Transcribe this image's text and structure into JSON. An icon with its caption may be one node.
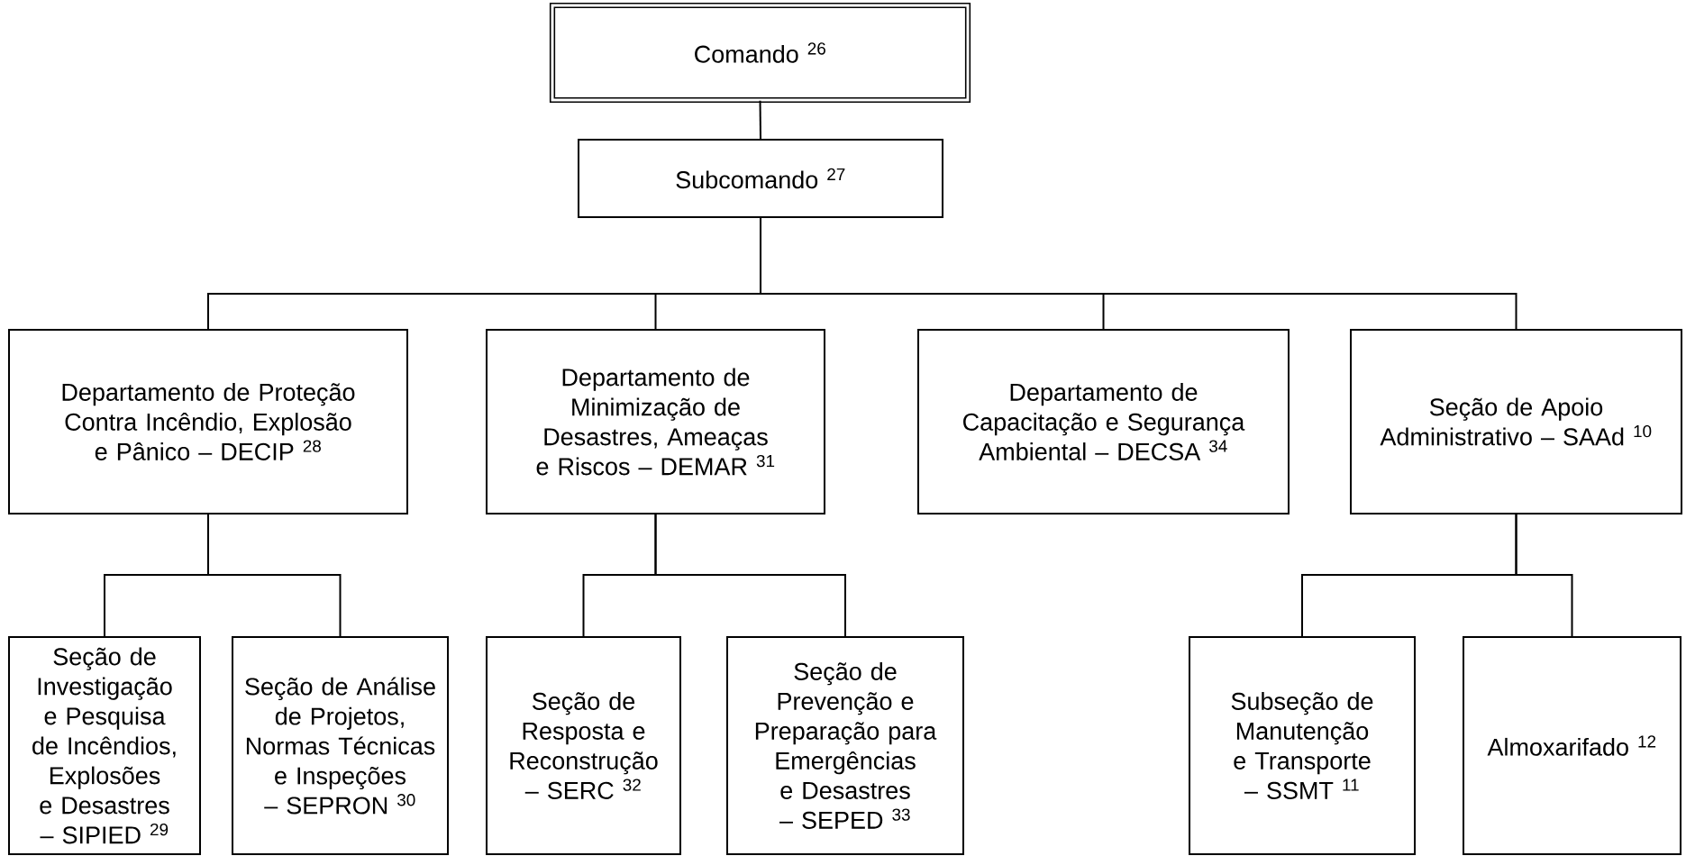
{
  "diagram": {
    "nodes": [
      {
        "text": [
          "Comando $^{26}$"
        ]
      },
      {
        "text": [
          "Subcomando $^{27}$"
        ]
      },
      {
        "text": [
          "Departamento de Proteção Contra Incêndio, Explosão e Pânico – DECIP $^{28}$"
        ]
      },
      {
        "text": [
          "Departamento de Minimização de Desastres, Ameaças e Riscos – DEMAR $^{31}$"
        ]
      },
      {
        "text": [
          "Departamento de Capacitação e Segurança Ambiental – DECSA $^{34}$"
        ]
      },
      {
        "text": [
          "Seção de Apoio Administrativo – SAAd $^{10}$"
        ]
      },
      {
        "text": [
          "Seção de Investigação e Pesquisa de Incêndios, Explosões e Desastres – SIPIED $^{29}$"
        ]
      },
      {
        "text": [
          "Seção de Análise de Projetos, Normas Técnicas e Inspeções – SEPRON $^{30}$"
        ]
      },
      {
        "text": [
          "Seção de Resposta e Reconstrução – SERC $^{32}$"
        ]
      },
      {
        "text": [
          "Seção de Prevenção e Preparação para Emergências e Desastres – SEPED $^{33}$"
        ]
      },
      {
        "text": [
          "Subseção de Manutenção e Transporte – SSMT $^{11}$"
        ]
      },
      {
        "text": [
          "Almoxarifado $^{12}$"
        ]
      }
    ],
    "edges": [
      {
        "from": 0,
        "to": 1,
        "arrow": "none"
      },
      {
        "from": 1,
        "to": 2,
        "arrow": "none"
      },
      {
        "from": 1,
        "to": 3,
        "arrow": "none"
      },
      {
        "from": 1,
        "to": 4,
        "arrow": "none"
      },
      {
        "from": 1,
        "to": 5,
        "arrow": "none"
      },
      {
        "from": 2,
        "to": 6,
        "arrow": "none"
      },
      {
        "from": 2,
        "to": 7,
        "arrow": "none"
      },
      {
        "from": 3,
        "to": 8,
        "arrow": "none"
      },
      {
        "from": 3,
        "to": 9,
        "arrow": "none"
      },
      {
        "from": 5,
        "to": 10,
        "arrow": "none"
      },
      {
        "from": 5,
        "to": 11,
        "arrow": "none"
      }
    ]
  }
}
